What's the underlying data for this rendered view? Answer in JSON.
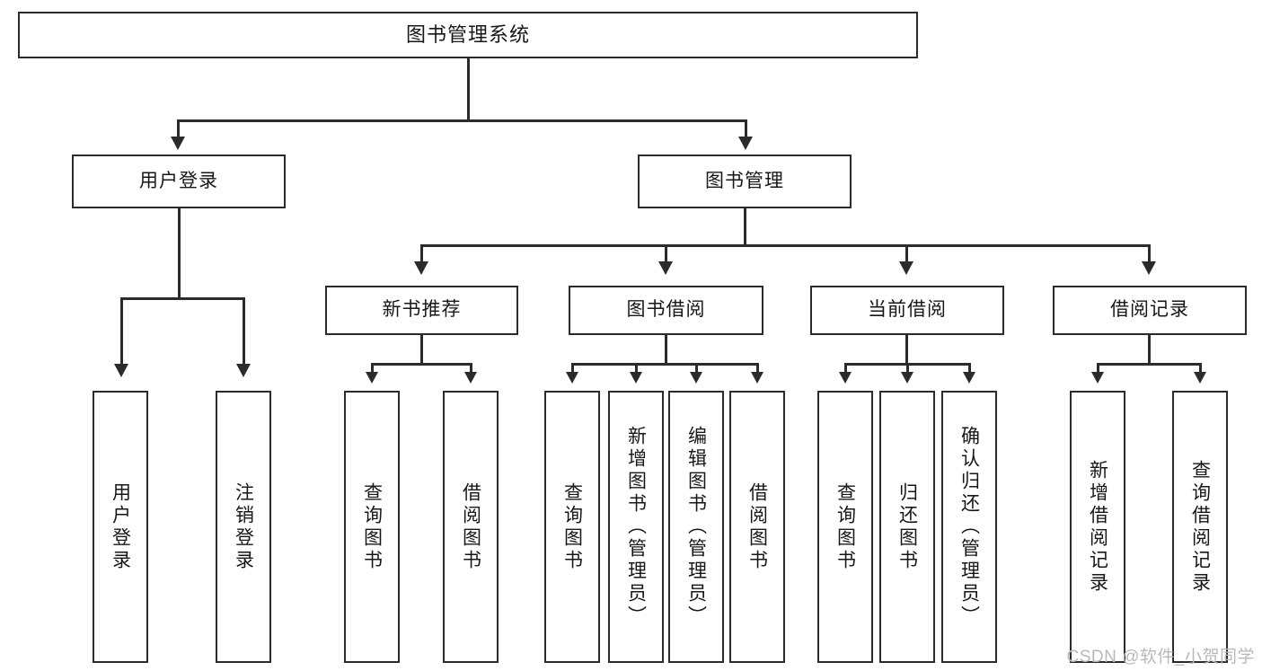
{
  "diagram": {
    "title": "图书管理系统",
    "type": "tree",
    "watermark": "CSDN @软件_小贺同学",
    "root": {
      "label": "图书管理系统"
    },
    "level2": [
      {
        "label": "用户登录"
      },
      {
        "label": "图书管理"
      }
    ],
    "level3": [
      {
        "label": "新书推荐"
      },
      {
        "label": "图书借阅"
      },
      {
        "label": "当前借阅"
      },
      {
        "label": "借阅记录"
      }
    ],
    "leaves": {
      "user_login": [
        {
          "label": "用户登录"
        },
        {
          "label": "注销登录"
        }
      ],
      "new_book_recommend": [
        {
          "label": "查询图书"
        },
        {
          "label": "借阅图书"
        }
      ],
      "book_borrow": [
        {
          "label": "查询图书"
        },
        {
          "label": "新增图书（管理员）"
        },
        {
          "label": "编辑图书（管理员）"
        },
        {
          "label": "借阅图书"
        }
      ],
      "current_borrow": [
        {
          "label": "查询图书"
        },
        {
          "label": "归还图书"
        },
        {
          "label": "确认归还（管理员）"
        }
      ],
      "borrow_record": [
        {
          "label": "新增借阅记录"
        },
        {
          "label": "查询借阅记录"
        }
      ]
    }
  },
  "colors": {
    "stroke": "#2b2b2b",
    "fill": "#ffffff",
    "text": "#171717",
    "watermark": "#b9b9b9"
  }
}
